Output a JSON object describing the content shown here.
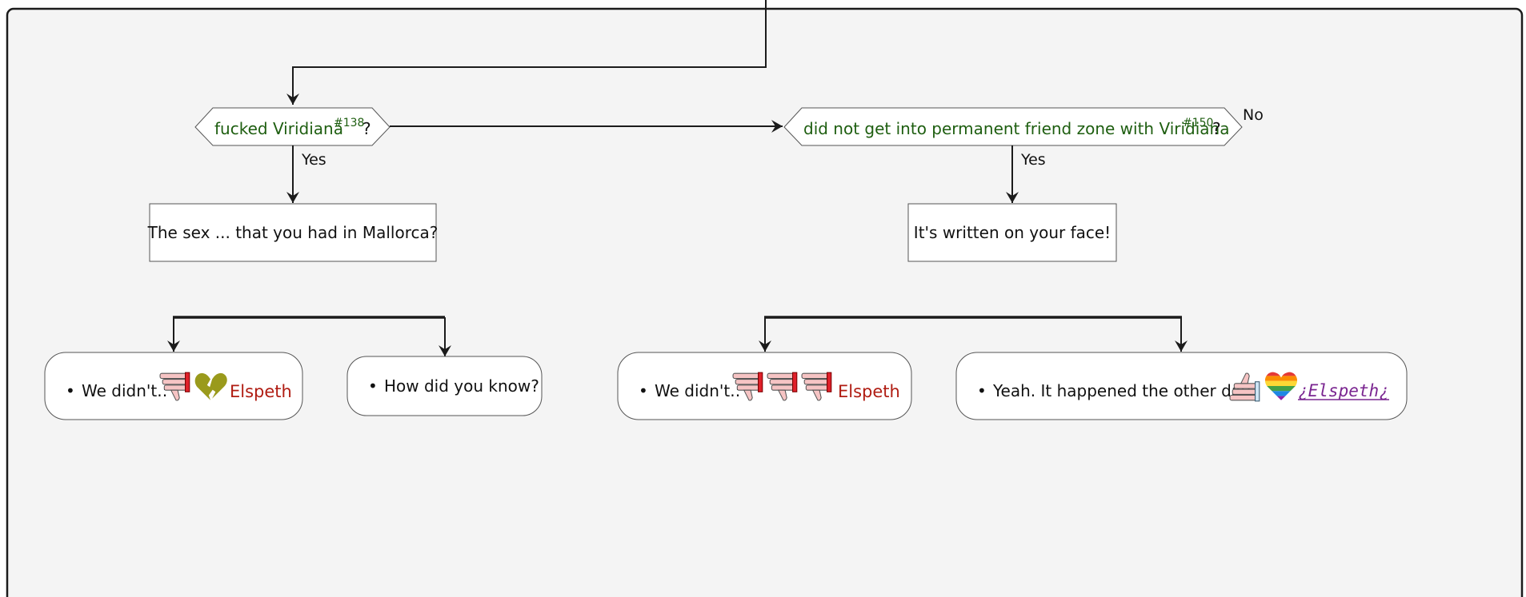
{
  "diagram": {
    "colors": {
      "background": "#f4f4f4",
      "frame": "#1b1b1b",
      "condition_text": "#1e5e10",
      "name_red": "#b01c12",
      "name_link": "#7a2590",
      "dislike_cuff": "#e0202a",
      "thumb_skin": "#f6c4c4",
      "broken_heart": "#9a9a1c"
    },
    "decision1": {
      "text": "fucked Viridiana",
      "ref": "#138",
      "suffix": "?",
      "yes_label": "Yes"
    },
    "decision2": {
      "text": "did not get into permanent friend zone with Viridiana",
      "ref": "#150",
      "suffix": "?",
      "yes_label": "Yes",
      "no_label": "No"
    },
    "box1": {
      "text": "The sex ... that you had in Mallorca?"
    },
    "box2": {
      "text": "It's written on your face!"
    },
    "options": [
      {
        "text": "We didn't.:",
        "icons": [
          "thumbs-down-icon",
          "broken-heart-icon"
        ],
        "name": "Elspeth"
      },
      {
        "text": "How did you know?"
      },
      {
        "text": "We didn't.:",
        "icons": [
          "thumbs-down-icon",
          "thumbs-down-icon",
          "thumbs-down-icon"
        ],
        "name": "Elspeth"
      },
      {
        "text": "Yeah. It happened the other day.:",
        "icons": [
          "thumbs-up-icon",
          "rainbow-heart-icon"
        ],
        "name": "¿Elspeth¿"
      }
    ],
    "bullet": "•"
  }
}
